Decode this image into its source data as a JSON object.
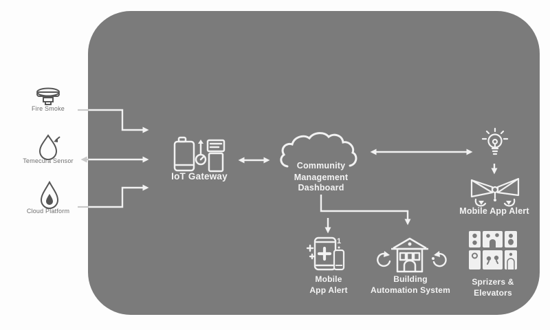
{
  "diagram": {
    "sensors": [
      {
        "label": "Fire Smoke",
        "icon": "smoke-detector-icon"
      },
      {
        "label": "Temecura Sensor",
        "icon": "water-drop-sensor-icon"
      },
      {
        "label": "Cloud Platform",
        "icon": "droplet-flame-icon"
      }
    ],
    "gateway": {
      "label": "IoT Gateway",
      "icon": "gateway-devices-icon"
    },
    "dashboard": {
      "line1": "Community",
      "line2": "Management Dashboard",
      "icon": "cloud-outline-icon"
    },
    "mobile_alert_right": {
      "label": "Mobile App Alert",
      "icons": [
        "lightbulb-icon",
        "alert-bow-icon"
      ]
    },
    "mobile_alert_bottom": {
      "line1": "Mobile",
      "line2": "App Alert",
      "badge": "1",
      "icon": "phones-plus-icon"
    },
    "building_automation": {
      "line1": "Building",
      "line2": "Automation System",
      "icon": "house-icon"
    },
    "sprinklers_elevators": {
      "line1": "Sprizers &",
      "line2": "Elevators",
      "icon": "elevator-panels-icon"
    },
    "edges": [
      {
        "from": "fire-smoke",
        "to": "iot-gateway",
        "arrow": "right"
      },
      {
        "from": "iot-gateway",
        "to": "temecura-sensor",
        "arrow": "both"
      },
      {
        "from": "cloud-platform",
        "to": "iot-gateway",
        "arrow": "right"
      },
      {
        "from": "iot-gateway",
        "to": "community-management-dashboard",
        "arrow": "both"
      },
      {
        "from": "community-management-dashboard",
        "to": "mobile-app-alert-right",
        "arrow": "both"
      },
      {
        "from": "lightbulb",
        "to": "mobile-app-alert-right",
        "arrow": "down"
      },
      {
        "from": "community-management-dashboard",
        "to": "mobile-app-alert-bottom",
        "arrow": "down"
      },
      {
        "from": "community-management-dashboard",
        "to": "building-automation-system",
        "arrow": "down"
      }
    ]
  },
  "colors": {
    "panel_gray": "#7b7b7b",
    "line_white": "#f2f2f2",
    "sensor_ink": "#555555",
    "sensor_text": "#6e6e6e",
    "background": "#fdfdfd"
  }
}
